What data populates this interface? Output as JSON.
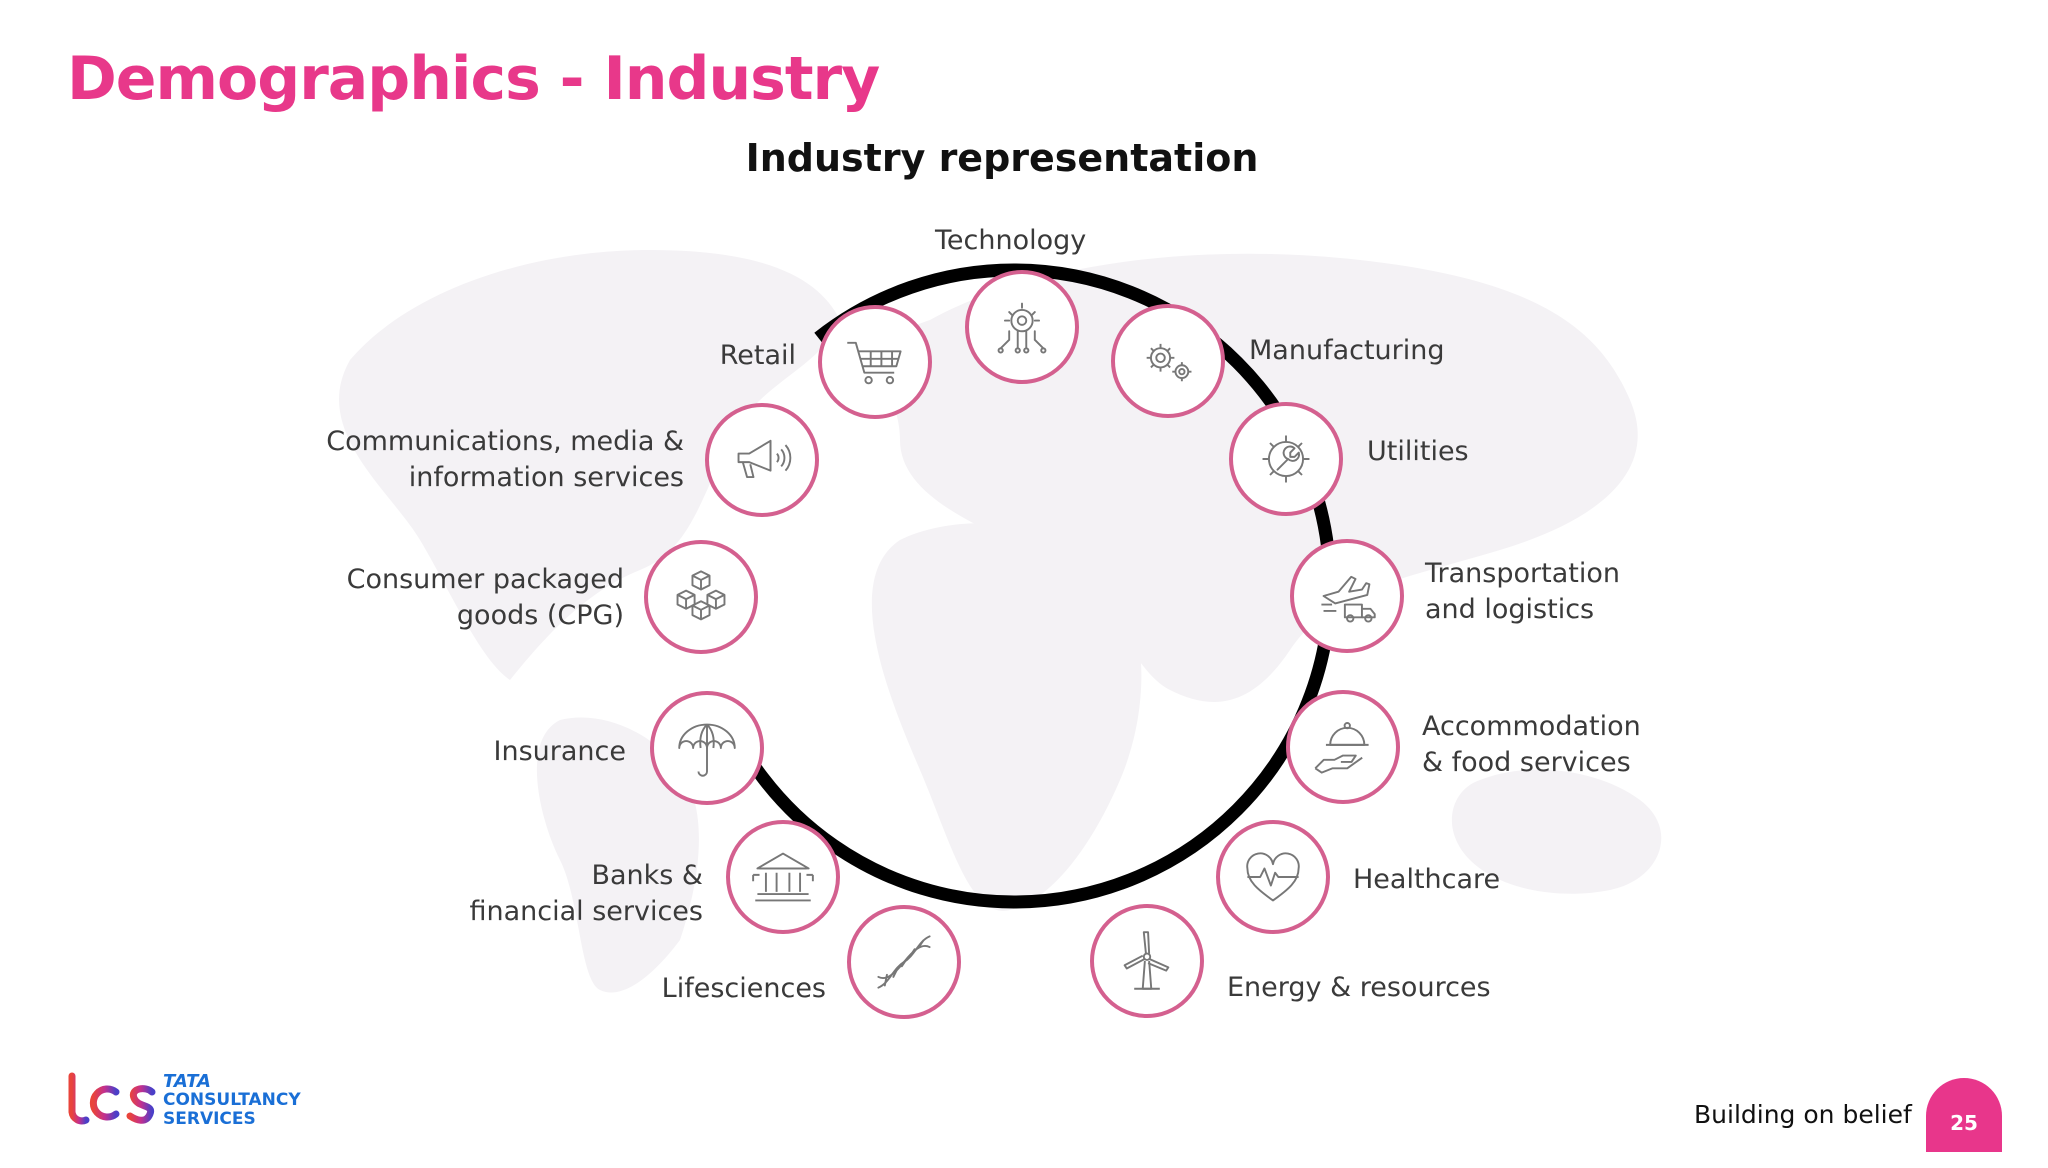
{
  "title": "Demographics - Industry",
  "diagram_title": "Industry representation",
  "colors": {
    "title": "#e8388a",
    "ring": "#d4608f",
    "connector": "#000000",
    "icon": "#777777"
  },
  "industries": [
    {
      "label_lines": [
        "Technology"
      ],
      "icon": "circuit-bulb-icon"
    },
    {
      "label_lines": [
        "Manufacturing"
      ],
      "icon": "gears-icon"
    },
    {
      "label_lines": [
        "Utilities"
      ],
      "icon": "gear-wrench-icon"
    },
    {
      "label_lines": [
        "Transportation",
        "and logistics"
      ],
      "icon": "plane-truck-icon"
    },
    {
      "label_lines": [
        "Accommodation",
        "& food services"
      ],
      "icon": "cloche-hand-icon"
    },
    {
      "label_lines": [
        "Healthcare"
      ],
      "icon": "heart-pulse-icon"
    },
    {
      "label_lines": [
        "Energy & resources"
      ],
      "icon": "wind-turbine-icon"
    },
    {
      "label_lines": [
        "Lifesciences"
      ],
      "icon": "dna-icon"
    },
    {
      "label_lines": [
        "Banks &",
        "financial services"
      ],
      "icon": "bank-icon"
    },
    {
      "label_lines": [
        "Insurance"
      ],
      "icon": "umbrella-icon"
    },
    {
      "label_lines": [
        "Consumer packaged",
        "goods (CPG)"
      ],
      "icon": "boxes-icon"
    },
    {
      "label_lines": [
        "Communications, media &",
        "information services"
      ],
      "icon": "megaphone-icon"
    },
    {
      "label_lines": [
        "Retail"
      ],
      "icon": "cart-icon"
    }
  ],
  "footer": {
    "logo_mark": "tcs",
    "logo_lines": [
      "TATA",
      "CONSULTANCY",
      "SERVICES"
    ],
    "tagline": "Building on belief",
    "page_number": "25"
  }
}
